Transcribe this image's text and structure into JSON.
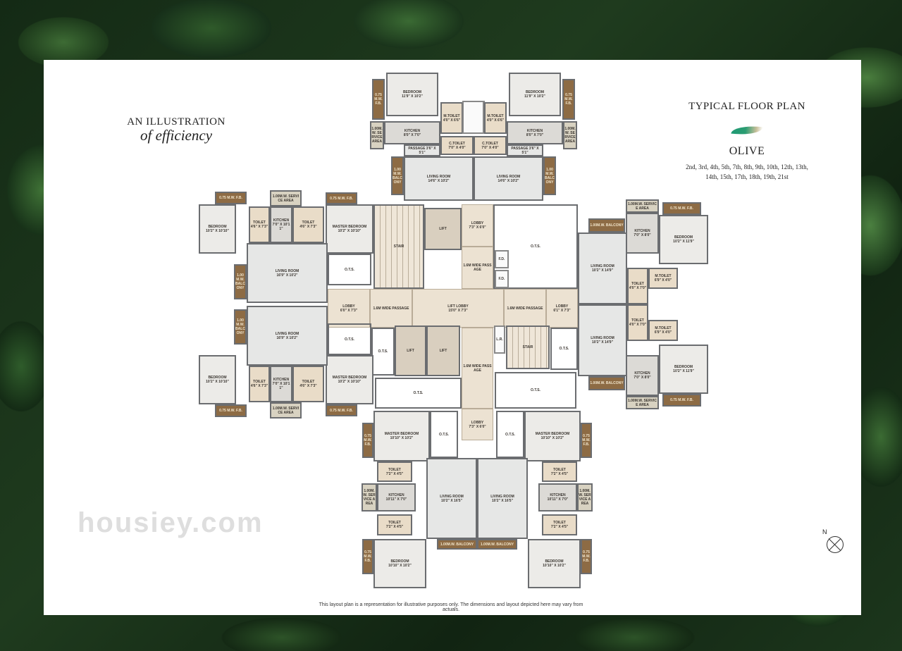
{
  "header_left": {
    "line1": "AN ILLUSTRATION",
    "line2": "of efficiency"
  },
  "header_right": {
    "title": "TYPICAL FLOOR PLAN",
    "tower": "OLIVE",
    "floors": "2nd, 3rd, 4th, 5th, 7th, 8th, 9th, 10th, 12th, 13th, 14th, 15th, 17th, 18th, 19th, 21st",
    "leaf_colors": [
      "#1f9a74",
      "#c9c09a"
    ]
  },
  "disclaimer": "This layout plan is a representation for illustrative purposes only. The dimensions and layout depicted here may vary from actuals.",
  "compass": {
    "label": "N"
  },
  "watermark": "housiey.com",
  "core": [
    [
      "STAIR",
      ""
    ],
    [
      "LIFT",
      ""
    ],
    [
      "LOBBY",
      "7'3\" X 6'0\""
    ],
    [
      "1.6M WIDE PASSAGE",
      ""
    ],
    [
      "O.T.S.",
      ""
    ],
    [
      "F.D.",
      ""
    ],
    [
      "F.D.",
      ""
    ],
    [
      "LOBBY",
      "6'0\" X 7'3\""
    ],
    [
      "1.6M WIDE PASSAGE",
      ""
    ],
    [
      "LIFT LOBBY",
      "15'0\" X 7'3\""
    ],
    [
      "1.6M WIDE PASSAGE",
      ""
    ],
    [
      "LOBBY",
      "6'1\" X 7'3\""
    ],
    [
      "LIFT",
      ""
    ],
    [
      "LIFT",
      ""
    ],
    [
      "L.R.",
      ""
    ],
    [
      "STAIR",
      ""
    ],
    [
      "1.6M WIDE PASSAGE",
      ""
    ],
    [
      "LOBBY",
      "7'3\" X 6'0\""
    ],
    [
      "O.T.S.",
      ""
    ],
    [
      "O.T.S.",
      ""
    ],
    [
      "O.T.S.",
      ""
    ],
    [
      "O.T.S.",
      ""
    ]
  ],
  "units": [
    {
      "name": "top-left",
      "rooms": [
        [
          "BEDROOM",
          "11'9\" X 10'2\""
        ],
        [
          "0.75 M.W. F.B.",
          ""
        ],
        [
          "M.TOILET",
          "4'0\" X 6'6\""
        ],
        [
          "",
          ""
        ],
        [
          "KITCHEN",
          "8'0\" X 7'0\""
        ],
        [
          "1.00M.W. SERVICE AREA",
          ""
        ],
        [
          "C.TOILET",
          "7'0\" X 4'0\""
        ],
        [
          "PASSAGE 3'6\" X 5'1\"",
          ""
        ],
        [
          "1.00M.W. BALCONY",
          ""
        ],
        [
          "LIVING ROOM",
          "14'6\" X 10'2\""
        ]
      ]
    },
    {
      "name": "top-right",
      "rooms": [
        [
          "BEDROOM",
          "11'9\" X 10'2\""
        ],
        [
          "0.75 M.W. F.B.",
          ""
        ],
        [
          "M.TOILET",
          "4'0\" X 6'6\""
        ],
        [
          "",
          ""
        ],
        [
          "KITCHEN",
          "8'0\" X 7'0\""
        ],
        [
          "1.00M.W. SERVICE AREA",
          ""
        ],
        [
          "C.TOILET",
          "7'0\" X 4'0\""
        ],
        [
          "PASSAGE 3'6\" X 5'1\"",
          ""
        ],
        [
          "1.00M.W. BALCONY",
          ""
        ],
        [
          "LIVING ROOM",
          "14'6\" X 10'2\""
        ]
      ]
    },
    {
      "name": "left-upper",
      "rooms": [
        [
          "BEDROOM",
          "10'2\" X 10'10\""
        ],
        [
          "0.75 M.W. F.B.",
          ""
        ],
        [
          "TOILET",
          "4'6\" X 7'3\""
        ],
        [
          "KITCHEN",
          "7'0\" X 10'11\""
        ],
        [
          "1.00M.W. SERVICE AREA",
          ""
        ],
        [
          "TOILET",
          "4'6\" X 7'3\""
        ],
        [
          "0.75 M.W. F.B.",
          ""
        ],
        [
          "MASTER BEDROOM",
          "10'2\" X 10'10\""
        ],
        [
          "LIVING ROOM",
          "16'9\" X 10'2\""
        ],
        [
          "1.00M.W. BALCONY",
          ""
        ],
        [
          "O.T.S.",
          ""
        ]
      ]
    },
    {
      "name": "left-lower",
      "rooms": [
        [
          "BEDROOM",
          "10'2\" X 10'10\""
        ],
        [
          "0.75 M.W. F.B.",
          ""
        ],
        [
          "TOILET",
          "4'6\" X 7'3\""
        ],
        [
          "KITCHEN",
          "7'0\" X 10'11\""
        ],
        [
          "1.00M.W. SERVICE AREA",
          ""
        ],
        [
          "TOILET",
          "4'6\" X 7'3\""
        ],
        [
          "0.75 M.W. F.B.",
          ""
        ],
        [
          "MASTER BEDROOM",
          "10'2\" X 10'10\""
        ],
        [
          "LIVING ROOM",
          "16'9\" X 10'2\""
        ],
        [
          "1.00M.W. BALCONY",
          ""
        ],
        [
          "O.T.S.",
          ""
        ]
      ]
    },
    {
      "name": "right-upper",
      "rooms": [
        [
          "1.00M.W. SERVICE AREA",
          ""
        ],
        [
          "KITCHEN",
          "7'0\" X 8'0\""
        ],
        [
          "0.75 M.W. F.B.",
          ""
        ],
        [
          "BEDROOM",
          "10'2\" X 11'9\""
        ],
        [
          "1.00M.W. BALCONY",
          ""
        ],
        [
          "LIVING ROOM",
          "10'2\" X 14'9\""
        ],
        [
          "TOILET",
          "4'0\" X 7'0\""
        ],
        [
          "M.TOILET",
          "6'9\" X 4'0\""
        ]
      ]
    },
    {
      "name": "right-lower",
      "rooms": [
        [
          "1.00M.W. SERVICE AREA",
          ""
        ],
        [
          "KITCHEN",
          "7'0\" X 8'0\""
        ],
        [
          "0.75 M.W. F.B.",
          ""
        ],
        [
          "BEDROOM",
          "10'2\" X 11'9\""
        ],
        [
          "1.00M.W. BALCONY",
          ""
        ],
        [
          "LIVING ROOM",
          "10'2\" X 14'9\""
        ],
        [
          "TOILET",
          "4'0\" X 7'0\""
        ],
        [
          "M.TOILET",
          "6'9\" X 4'0\""
        ]
      ]
    },
    {
      "name": "bottom-left",
      "rooms": [
        [
          "MASTER BEDROOM",
          "10'10\" X 10'2\""
        ],
        [
          "O.T.S.",
          ""
        ],
        [
          "0.75 M.W. F.B.",
          ""
        ],
        [
          "TOILET",
          "7'2\" X 4'5\""
        ],
        [
          "KITCHEN",
          "10'11\" X 7'0\""
        ],
        [
          "1.00M.W. SERVICE AREA",
          ""
        ],
        [
          "TOILET",
          "7'2\" X 4'5\""
        ],
        [
          "0.75 M.W. F.B.",
          ""
        ],
        [
          "BEDROOM",
          "10'10\" X 10'2\""
        ],
        [
          "LIVING ROOM",
          "10'2\" X 16'5\""
        ],
        [
          "1.00M.W. BALCONY",
          ""
        ]
      ]
    },
    {
      "name": "bottom-right",
      "rooms": [
        [
          "MASTER BEDROOM",
          "10'10\" X 10'2\""
        ],
        [
          "O.T.S.",
          ""
        ],
        [
          "0.75 M.W. F.B.",
          ""
        ],
        [
          "TOILET",
          "7'2\" X 4'5\""
        ],
        [
          "KITCHEN",
          "10'11\" X 7'0\""
        ],
        [
          "1.00M.W. SERVICE AREA",
          ""
        ],
        [
          "TOILET",
          "7'2\" X 4'5\""
        ],
        [
          "0.75 M.W. F.B.",
          ""
        ],
        [
          "BEDROOM",
          "10'10\" X 10'2\""
        ],
        [
          "LIVING ROOM",
          "10'2\" X 16'5\""
        ],
        [
          "1.00M.W. BALCONY",
          ""
        ]
      ]
    }
  ]
}
